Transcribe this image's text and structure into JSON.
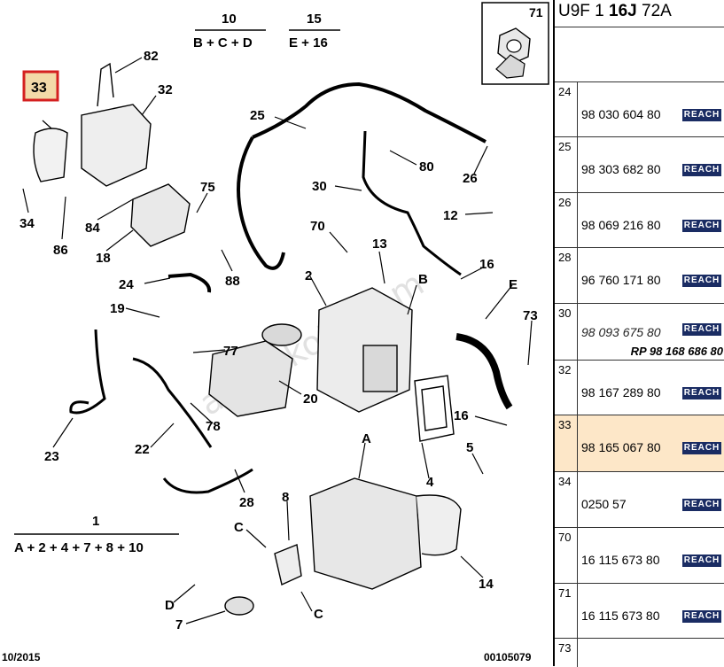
{
  "diagram": {
    "callout_number": "33",
    "nut_label": "71",
    "group_10": {
      "number": "10",
      "formula": "B + C + D"
    },
    "group_15": {
      "number": "15",
      "formula": "E + 16"
    },
    "group_1": {
      "number": "1",
      "formula": "A + 2 + 4 + 7 + 8 + 10"
    },
    "labels": [
      "82",
      "32",
      "34",
      "86",
      "84",
      "18",
      "75",
      "88",
      "25",
      "80",
      "26",
      "30",
      "12",
      "70",
      "13",
      "2",
      "B",
      "16",
      "E",
      "73",
      "24",
      "19",
      "77",
      "20",
      "23",
      "22",
      "78",
      "16",
      "5",
      "4",
      "A",
      "28",
      "8",
      "C",
      "14",
      "D",
      "7",
      "C"
    ],
    "date": "10/2015",
    "reference": "00105079",
    "watermark": "autoukoto.com"
  },
  "header": {
    "code_prefix": "U9F 1",
    "code_bold": "16J",
    "code_suffix": "72A"
  },
  "parts": [
    {
      "index": "24",
      "number": "98 030 604 80",
      "badge": "REACH"
    },
    {
      "index": "25",
      "number": "98 303 682 80",
      "badge": "REACH"
    },
    {
      "index": "26",
      "number": "98 069 216 80",
      "badge": "REACH"
    },
    {
      "index": "28",
      "number": "96 760 171 80",
      "badge": "REACH"
    },
    {
      "index": "30",
      "number": "98 093 675 80",
      "badge": "REACH",
      "replacement": "RP 98 168 686 80"
    },
    {
      "index": "32",
      "number": "98 167 289 80",
      "badge": "REACH"
    },
    {
      "index": "33",
      "number": "98 165 067 80",
      "badge": "REACH"
    },
    {
      "index": "34",
      "number": "0250 57",
      "badge": "REACH"
    },
    {
      "index": "70",
      "number": "16 115 673 80",
      "badge": "REACH"
    },
    {
      "index": "71",
      "number": "16 115 673 80",
      "badge": "REACH"
    },
    {
      "index": "73",
      "number": "",
      "badge": ""
    }
  ],
  "colors": {
    "highlight": "#fde7c8",
    "callout_border": "#d42020",
    "callout_fill": "#f3d9a8",
    "reach_badge": "#1a2c63"
  }
}
